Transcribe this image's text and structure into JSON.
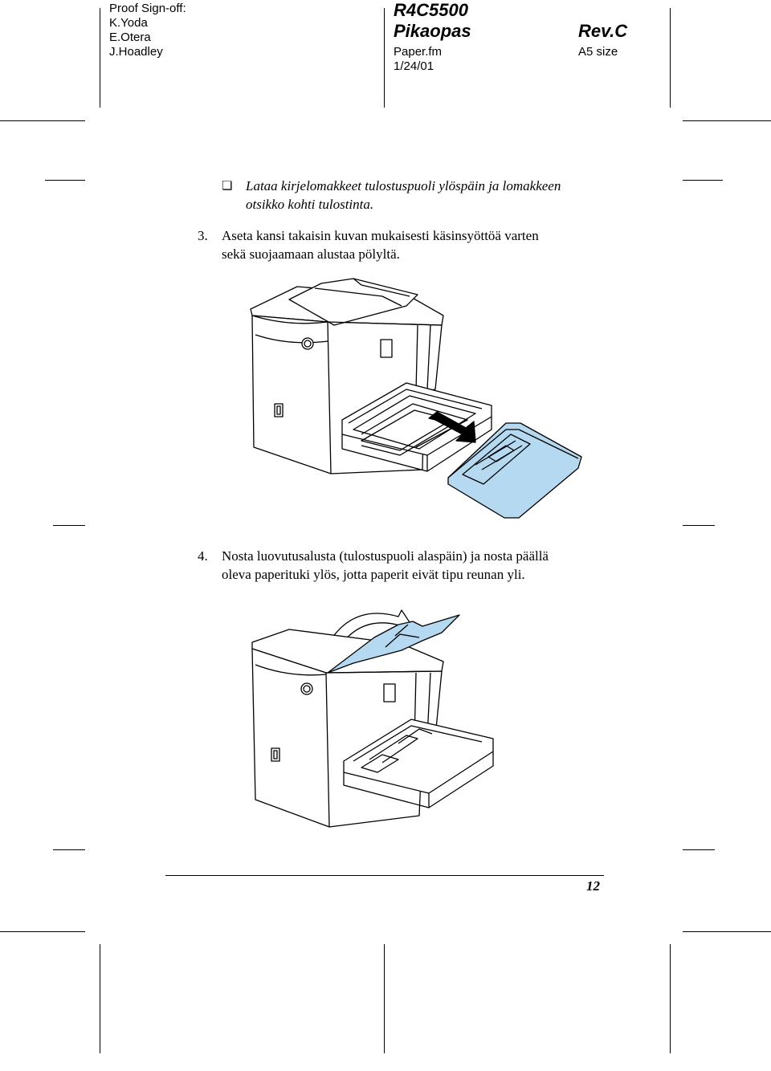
{
  "header": {
    "proof_label": "Proof Sign-off:",
    "signers": [
      "K.Yoda",
      "E.Otera",
      "J.Hoadley"
    ],
    "model": "R4C5500",
    "title": "Pikaopas",
    "file": "Paper.fm",
    "date": "1/24/01",
    "revision": "Rev.C",
    "size": "A5 size"
  },
  "content": {
    "bullet_symbol": "❏",
    "note_line1": "Lataa kirjelomakkeet tulostuspuoli ylöspäin ja lomakkeen",
    "note_line2": "otsikko kohti tulostinta.",
    "step3_number": "3.",
    "step3_line1": "Aseta kansi takaisin kuvan mukaisesti käsinsyöttöä varten",
    "step3_line2": "sekä suojaamaan alustaa pölyltä.",
    "step4_number": "4.",
    "step4_line1": "Nosta luovutusalusta (tulostuspuoli alaspäin) ja nosta päällä",
    "step4_line2": "oleva paperituki ylös, jotta paperit eivät tipu reunan yli."
  },
  "footer": {
    "page_number": "12"
  },
  "colors": {
    "highlight_blue": "#b6d9f2"
  }
}
